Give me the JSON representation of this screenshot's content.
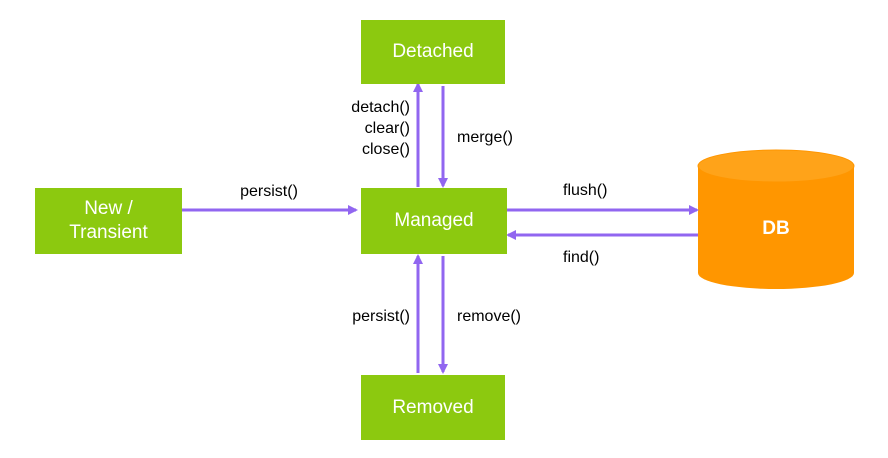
{
  "nodes": {
    "detached": "Detached",
    "new_line1": "New /",
    "new_line2": "Transient",
    "managed": "Managed",
    "removed": "Removed",
    "db": "DB"
  },
  "edges": {
    "detach_line1": "detach()",
    "detach_line2": "clear()",
    "detach_line3": "close()",
    "merge": "merge()",
    "persist_new": "persist()",
    "flush": "flush()",
    "find": "find()",
    "persist_removed": "persist()",
    "remove": "remove()"
  },
  "colors": {
    "node_fill": "#8cc90f",
    "arrow": "#9166f0",
    "db_fill": "#ff9600",
    "db_top": "#ffa319"
  }
}
